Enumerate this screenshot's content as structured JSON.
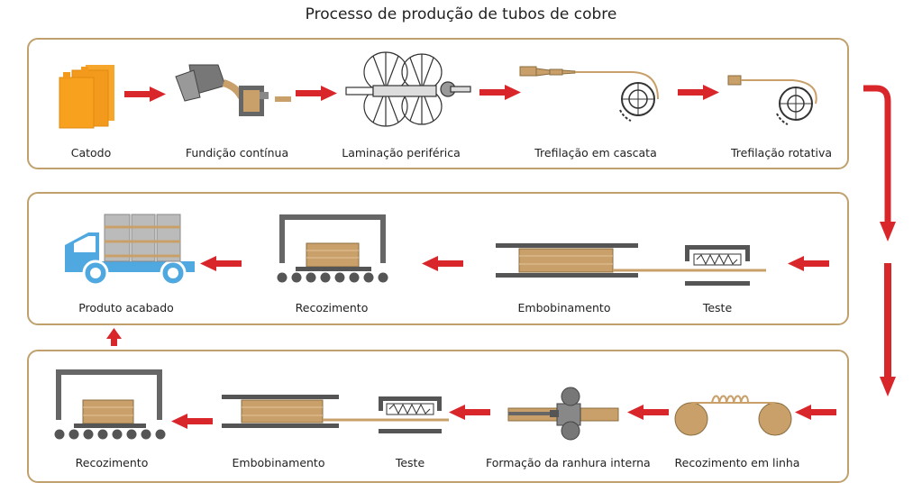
{
  "title": "Processo de produção de tubos de cobre",
  "rows": [
    {
      "steps": [
        "Catodo",
        "Fundição contínua",
        "Laminação periférica",
        "Trefilação em cascata",
        "Trefilação rotativa"
      ]
    },
    {
      "steps": [
        "Produto acabado",
        "Recozimento",
        "Embobinamento",
        "Teste"
      ]
    },
    {
      "steps": [
        "Recozimento",
        "Embobinamento",
        "Teste",
        "Formação da ranhura interna",
        "Recozimento em linha"
      ]
    }
  ],
  "colors": {
    "panel_border": "#c0a16e",
    "arrow": "#d8262a",
    "copper": "#c9a06a",
    "metal": "#555555"
  }
}
